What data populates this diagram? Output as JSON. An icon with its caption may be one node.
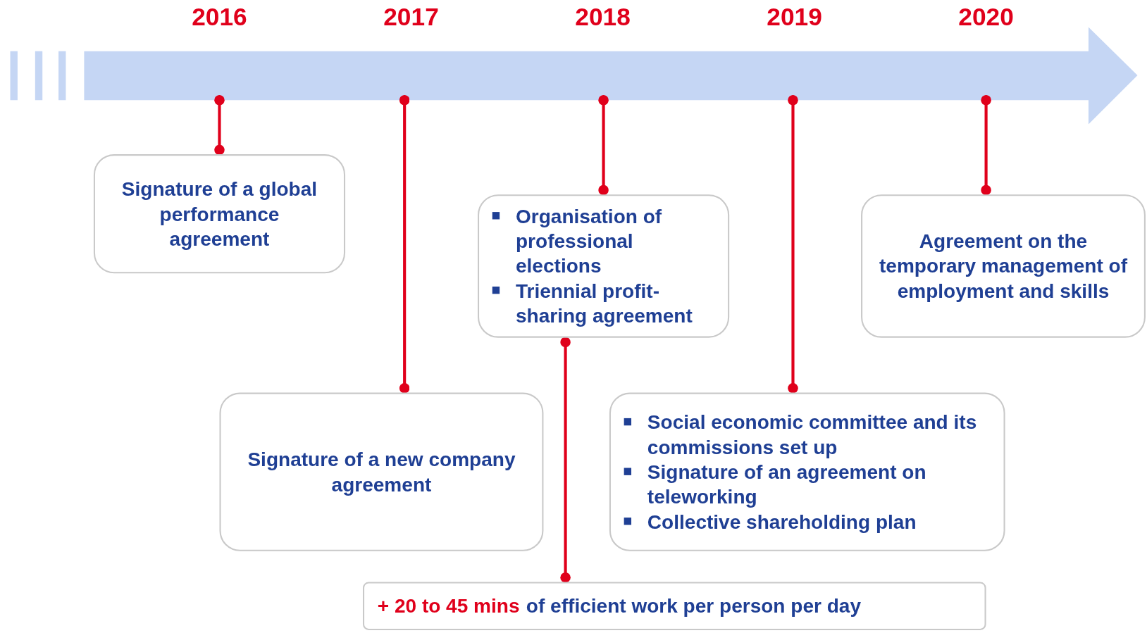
{
  "diagram": {
    "nodes": [
      {
        "text": [],
        "shape": "arrow"
      },
      {
        "text": [
          "Signature of a global performance agreement"
        ]
      },
      {
        "text": [
          "Signature of a new company agreement"
        ]
      },
      {
        "text": [
          "Organisation of professional elections",
          "Triennial profit-sharing agreement"
        ]
      },
      {
        "text": [
          "Social economic committee and its commissions set up",
          "Signature of an agreement on teleworking",
          "Collective shareholding plan"
        ]
      },
      {
        "text": [
          "Agreement on the temporary management of employment and skills"
        ]
      },
      {
        "text": [
          "+ 20 to 45 mins",
          "of efficient work per person per day"
        ]
      }
    ],
    "edges": [
      {
        "from": 0,
        "to": 1,
        "arrow": "other"
      },
      {
        "from": 0,
        "to": 2,
        "arrow": "other"
      },
      {
        "from": 0,
        "to": 3,
        "arrow": "other"
      },
      {
        "from": 0,
        "to": 4,
        "arrow": "other"
      },
      {
        "from": 0,
        "to": 5,
        "arrow": "other"
      },
      {
        "from": 3,
        "to": 6,
        "arrow": "other"
      }
    ],
    "labels": [
      "2016",
      "2017",
      "2018",
      "2019",
      "2020"
    ]
  }
}
